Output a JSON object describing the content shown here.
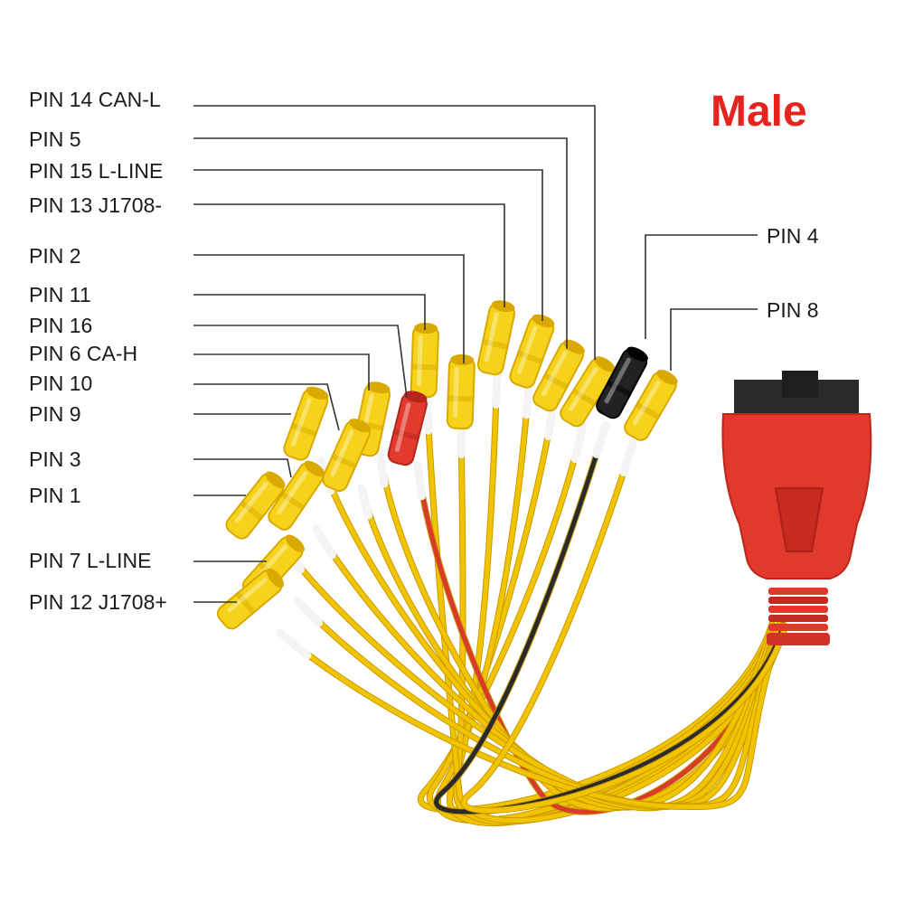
{
  "title": "Male",
  "colors": {
    "title": "#e8231d",
    "wire": "#f2c400",
    "wire_edge": "#c99a00",
    "plug_yellow": "#f6d31a",
    "plug_yellow_dark": "#d9a900",
    "plug_red": "#e23b2e",
    "plug_black": "#222222",
    "connector_red": "#e2392c",
    "connector_black": "#2b2b2b",
    "leader": "#333333"
  },
  "pins": [
    {
      "id": "pin14",
      "label": "PIN 14 CAN-L",
      "plug_color": "yellow"
    },
    {
      "id": "pin5",
      "label": "PIN 5",
      "plug_color": "yellow"
    },
    {
      "id": "pin15",
      "label": "PIN 15 L-LINE",
      "plug_color": "yellow"
    },
    {
      "id": "pin13",
      "label": "PIN 13 J1708-",
      "plug_color": "yellow"
    },
    {
      "id": "pin2",
      "label": "PIN 2",
      "plug_color": "yellow"
    },
    {
      "id": "pin11",
      "label": "PIN 11",
      "plug_color": "yellow"
    },
    {
      "id": "pin16",
      "label": "PIN 16",
      "plug_color": "red"
    },
    {
      "id": "pin6",
      "label": "PIN 6 CA-H",
      "plug_color": "yellow"
    },
    {
      "id": "pin10",
      "label": "PIN 10",
      "plug_color": "yellow"
    },
    {
      "id": "pin9",
      "label": "PIN 9",
      "plug_color": "yellow"
    },
    {
      "id": "pin3",
      "label": "PIN 3",
      "plug_color": "yellow"
    },
    {
      "id": "pin1",
      "label": "PIN 1",
      "plug_color": "yellow"
    },
    {
      "id": "pin7",
      "label": "PIN 7 L-LINE",
      "plug_color": "yellow"
    },
    {
      "id": "pin12",
      "label": "PIN 12 J1708+",
      "plug_color": "yellow"
    },
    {
      "id": "pin4",
      "label": "PIN 4",
      "plug_color": "black"
    },
    {
      "id": "pin8",
      "label": "PIN 8",
      "plug_color": "yellow"
    }
  ]
}
